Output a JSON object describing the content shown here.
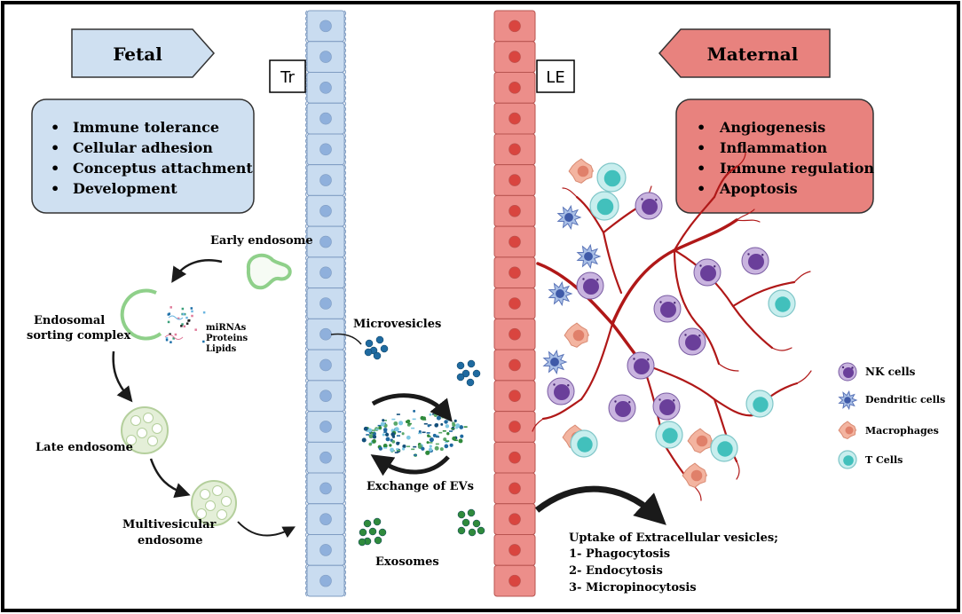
{
  "fetal": {
    "header": "Fetal",
    "layer_label": "Tr",
    "functions": [
      "Immune tolerance",
      "Cellular adhesion",
      "Conceptus attachment",
      "Development"
    ]
  },
  "maternal": {
    "header": "Maternal",
    "layer_label": "LE",
    "functions": [
      "Angiogenesis",
      "Inflammation",
      "Immune regulation",
      "Apoptosis"
    ]
  },
  "biogenesis": {
    "early_endosome": "Early endosome",
    "sorting_complex_line1": "Endosomal",
    "sorting_complex_line2": "sorting complex",
    "cargo": [
      "miRNAs",
      "Proteins",
      "Lipids"
    ],
    "late_endosome": "Late endosome",
    "mvb_line1": "Multivesicular",
    "mvb_line2": "endosome"
  },
  "vesicles": {
    "microvesicles": "Microvesicles",
    "exosomes": "Exosomes",
    "exchange": "Exchange of EVs"
  },
  "uptake": {
    "title": "Uptake of Extracellular vesicles;",
    "items": [
      "1- Phagocytosis",
      "2- Endocytosis",
      "3- Micropinocytosis"
    ]
  },
  "legend": [
    {
      "label": "NK cells",
      "kind": "nk"
    },
    {
      "label": "Dendritic cells",
      "kind": "dendritic"
    },
    {
      "label": "Macrophages",
      "kind": "macrophage"
    },
    {
      "label": "T Cells",
      "kind": "tcell"
    }
  ],
  "colors": {
    "fetal_fill": "#cfe0f1",
    "fetal_cell": "#c9dcf0",
    "fetal_nucleus": "#8fb0dc",
    "maternal_fill": "#e8827e",
    "maternal_cell": "#ec8e8a",
    "maternal_nucleus": "#d9453f",
    "vessel": "#b01818",
    "endosome": "#8fd08a"
  }
}
